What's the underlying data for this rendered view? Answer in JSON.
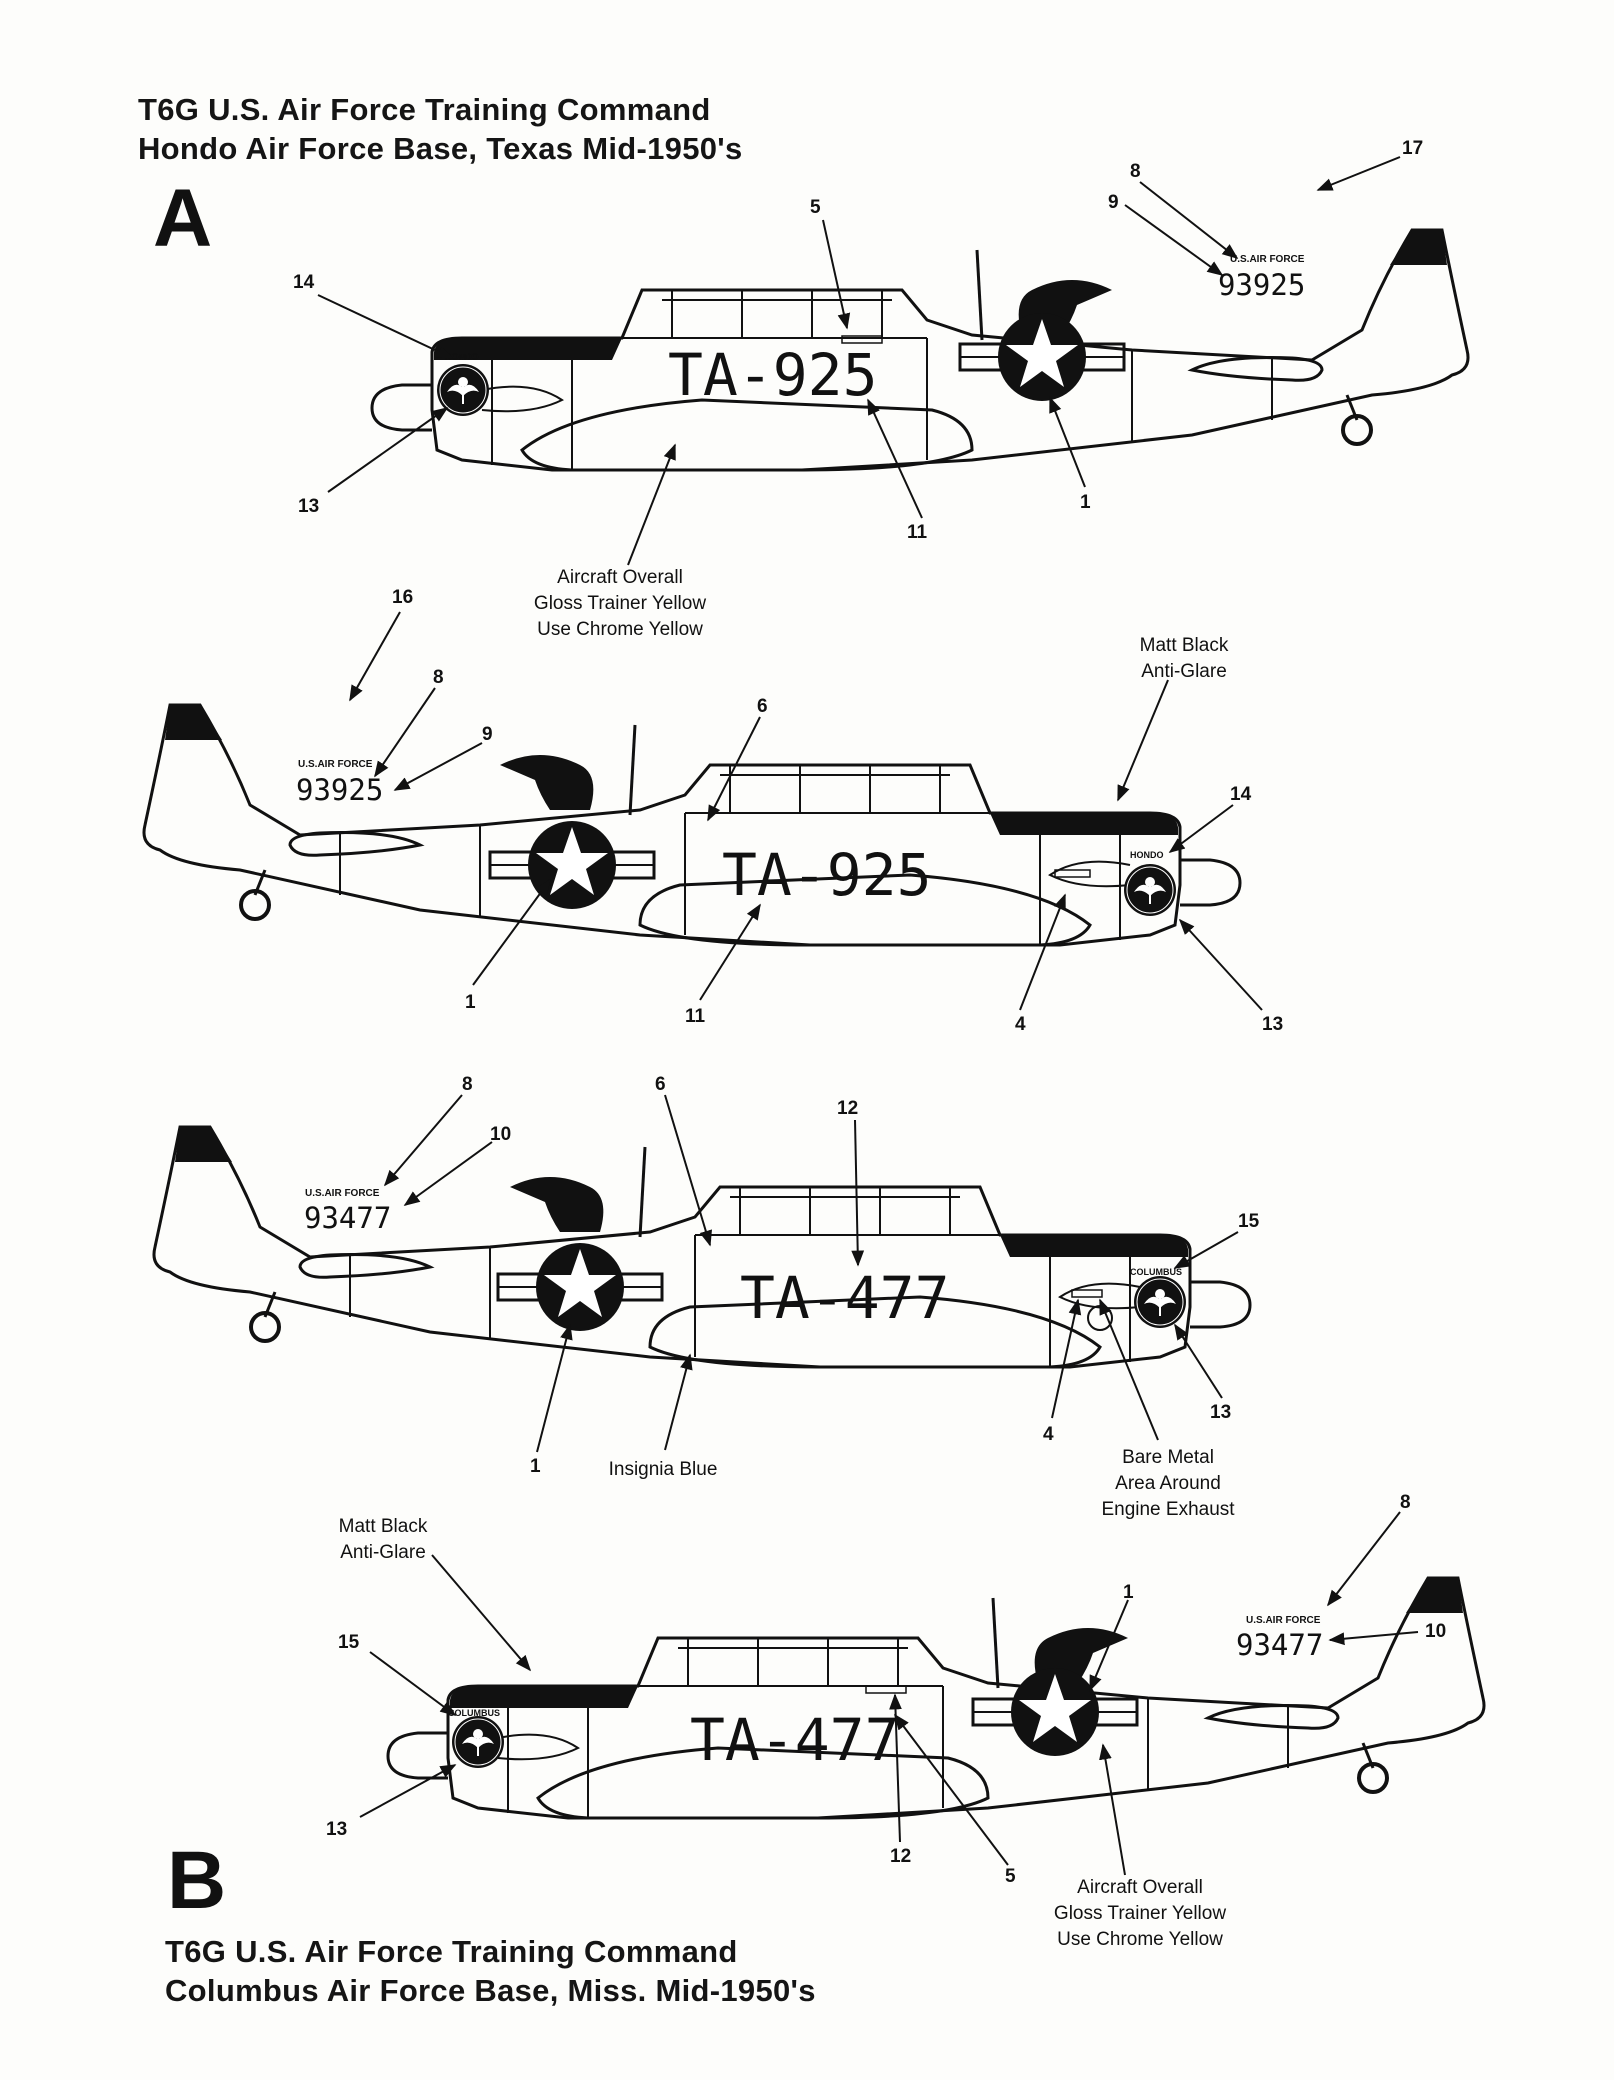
{
  "scheme_a": {
    "title_line1": "T6G U.S. Air Force Training Command",
    "title_line2": "Hondo Air Force Base, Texas  Mid-1950's",
    "letter": "A",
    "tail_code": "TA-925",
    "usaf_text": "U.S.AIR FORCE",
    "serial": "93925",
    "badge_text": "HONDO"
  },
  "scheme_b": {
    "title_line1": "T6G U.S. Air Force Training Command",
    "title_line2": "Columbus Air Force Base, Miss.  Mid-1950's",
    "letter": "B",
    "tail_code": "TA-477",
    "usaf_text": "U.S.AIR FORCE",
    "serial": "93477",
    "badge_text": "COLUMBUS"
  },
  "notes": {
    "overall_color": [
      "Aircraft Overall",
      "Gloss Trainer Yellow",
      "Use Chrome Yellow"
    ],
    "anti_glare": [
      "Matt Black",
      "Anti-Glare"
    ],
    "insignia_blue": "Insignia Blue",
    "bare_metal": [
      "Bare Metal",
      "Area Around",
      "Engine Exhaust"
    ]
  },
  "callouts": {
    "c1": "1",
    "c4": "4",
    "c5": "5",
    "c6": "6",
    "c8": "8",
    "c9": "9",
    "c10": "10",
    "c11": "11",
    "c12": "12",
    "c13": "13",
    "c14": "14",
    "c15": "15",
    "c16": "16",
    "c17": "17"
  }
}
